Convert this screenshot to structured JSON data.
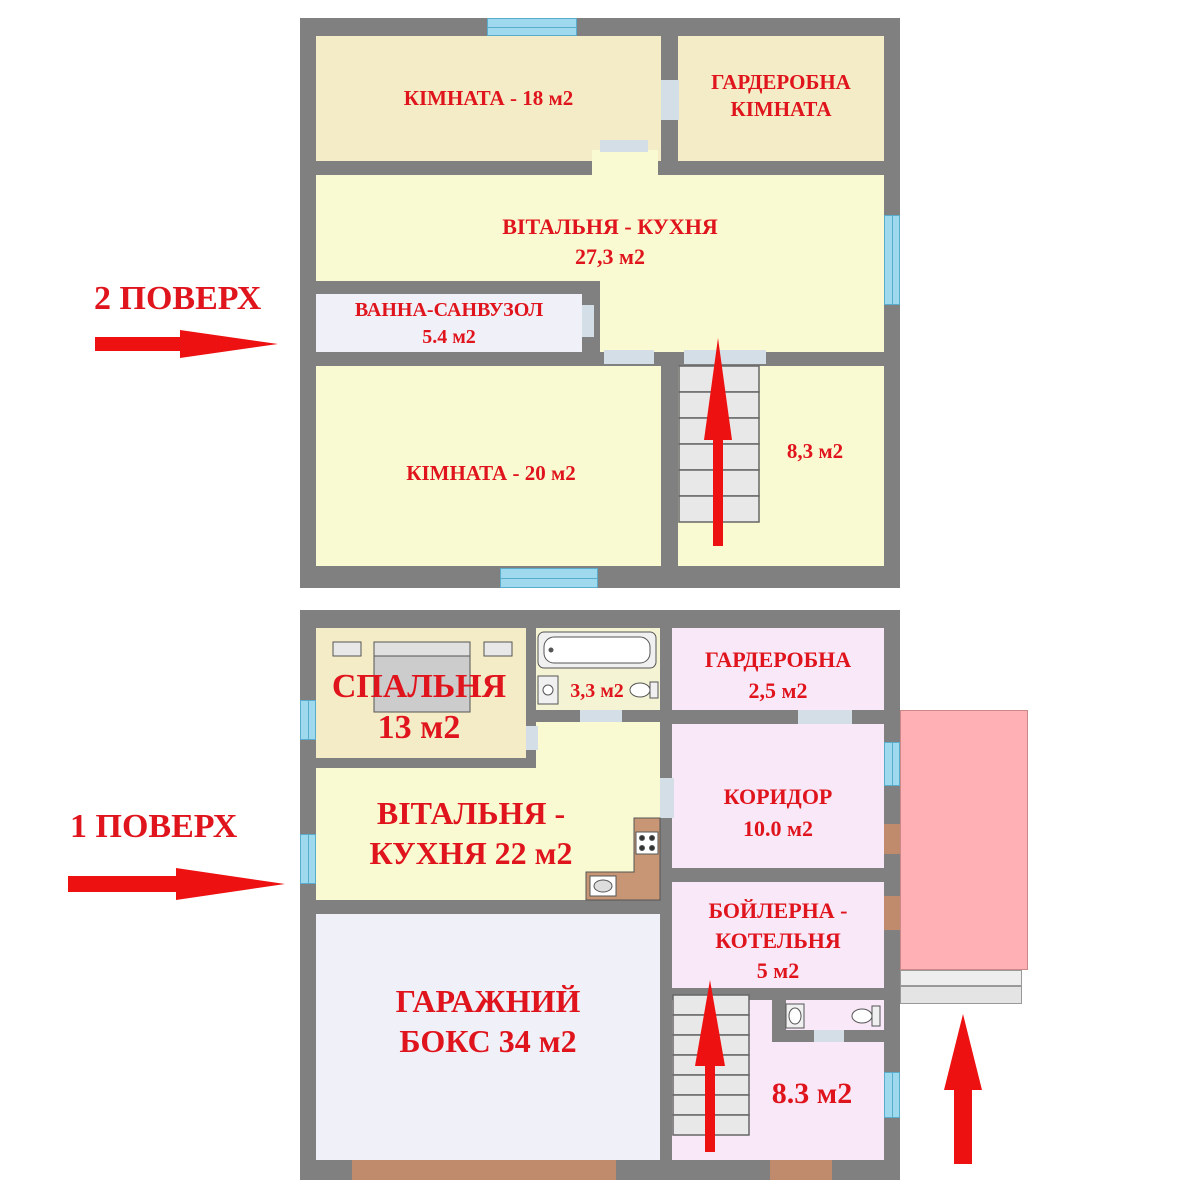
{
  "floor2": {
    "label": "2 ПОВЕРХ",
    "rooms": {
      "room_top": "КІМНАТА - 18 м2",
      "wardrobe_line1": "ГАРДЕРОБНА",
      "wardrobe_line2": "КІМНАТА",
      "living_line1": "ВІТАЛЬНЯ - КУХНЯ",
      "living_line2": "27,3 м2",
      "bath_line1": "ВАННА-САНВУЗОЛ",
      "bath_line2": "5.4 м2",
      "room_bottom": "КІМНАТА - 20 м2",
      "stair_room": "8,3 м2"
    }
  },
  "floor1": {
    "label": "1 ПОВЕРХ",
    "rooms": {
      "bedroom_line1": "СПАЛЬНЯ",
      "bedroom_line2": "13 м2",
      "bath": "3,3 м2",
      "wardrobe_line1": "ГАРДЕРОБНА",
      "wardrobe_line2": "2,5 м2",
      "corridor_line1": "КОРИДОР",
      "corridor_line2": "10.0 м2",
      "living_line1": "ВІТАЛЬНЯ -",
      "living_line2": "КУХНЯ 22 м2",
      "boiler_line1": "БОЙЛЕРНА -",
      "boiler_line2": "КОТЕЛЬНЯ",
      "boiler_line3": "5 м2",
      "garage_line1": "ГАРАЖНИЙ",
      "garage_line2": "БОКС 34 м2",
      "stair_room": "8.3 м2"
    }
  },
  "colors": {
    "wall": "#808080",
    "label": "#e0141c",
    "arrow": "#ee1111",
    "beige": "#f4ecc6",
    "yellow": "#fafad2",
    "pink": "#f8e8f8",
    "lavender": "#f0f0f8",
    "gray_room": "#f0f0f8",
    "porch": "#ffb0b4"
  }
}
